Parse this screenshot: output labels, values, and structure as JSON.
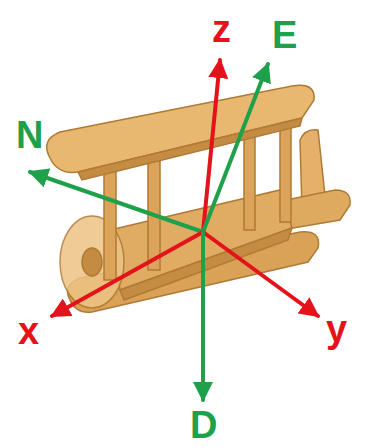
{
  "diagram": {
    "labels": [
      "z",
      "E",
      "N",
      "x",
      "y",
      "D"
    ]
  }
}
